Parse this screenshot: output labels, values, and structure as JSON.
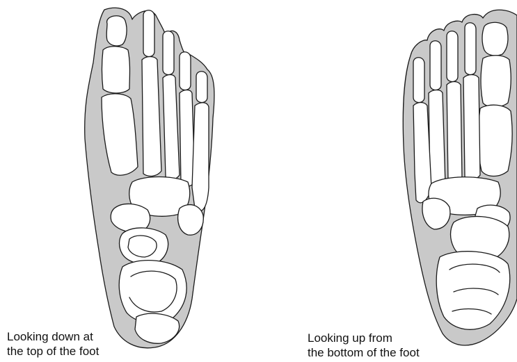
{
  "colors": {
    "skin": "#c9c9c9",
    "bone": "#ffffff",
    "outline": "#1a1a1a",
    "text": "#111111"
  },
  "left_view": {
    "caption_line1": "Looking down at",
    "caption_line2": "the top of the foot"
  },
  "right_view": {
    "caption_line1": "Looking up from",
    "caption_line2": "the bottom of the foot"
  }
}
